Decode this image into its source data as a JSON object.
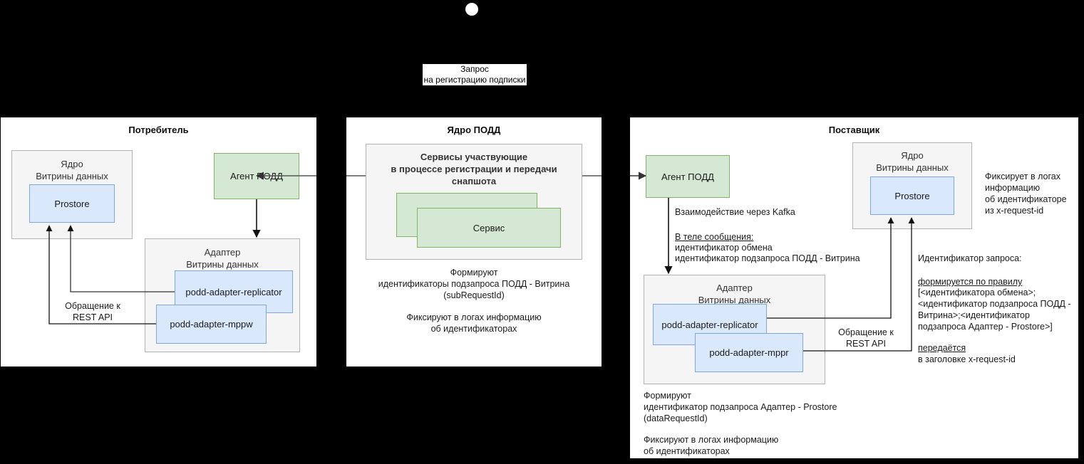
{
  "diagram": {
    "title_note": "Запрос на регистрацию подписки",
    "colors": {
      "blue_fill": "#dae8fc",
      "blue_stroke": "#7ea6e0",
      "green_fill": "#d5e8d4",
      "green_stroke": "#82b366",
      "grey_fill": "#f5f5f5",
      "grey_stroke": "#b3b3b3",
      "panel_fill": "#ffffff",
      "background": "#000000",
      "line": "#333333"
    }
  },
  "request_callout": {
    "line1": "Запрос",
    "line2": "на регистрацию подписки"
  },
  "consumer": {
    "title": "Потребитель",
    "core": {
      "header_line1": "Ядро",
      "header_line2": "Витрины данных",
      "inner": "Prostore"
    },
    "agent": "Агент ПОДД",
    "adapter": {
      "header_line1": "Адаптер",
      "header_line2": "Витрины данных",
      "service_back": "podd-adapter-replicator",
      "service_front": "podd-adapter-mppw"
    },
    "rest_api_label": "Обращение к\nREST API"
  },
  "core_podd": {
    "title": "Ядро ПОДД",
    "services_box": {
      "header_line1": "Сервисы участвующие",
      "header_line2": "в процессе регистрации и передачи",
      "header_line3": "снапшота",
      "service": "Сервис"
    },
    "note1": "Формируют\nидентификаторы подзапроса ПОДД - Витрина\n(subRequestId)",
    "note2": "Фиксируют в логах информацию\nоб идентификаторах"
  },
  "supplier": {
    "title": "Поставщик",
    "agent": "Агент ПОДД",
    "kafka_label": "Взаимодействие через Kafka",
    "message_body": {
      "heading": "В теле сообщения:",
      "line1": "идентификатор обмена",
      "line2": "идентификатор подзапроса ПОДД - Витрина"
    },
    "adapter": {
      "header_line1": "Адаптер",
      "header_line2": "Витрины данных",
      "service_back": "podd-adapter-replicator",
      "service_front": "podd-adapter-mppr"
    },
    "core": {
      "header_line1": "Ядро",
      "header_line2": "Витрины данных",
      "inner": "Prostore"
    },
    "rest_api_label": "Обращение к\nREST API",
    "log_note": "Фиксирует в логах\nинформацию\nоб идентификаторе\nиз x-request-id",
    "request_id": {
      "heading": "Идентификатор запроса:",
      "rule_heading": "формируется по правилу",
      "rule_body": "[<идентификатора обмена>;\n<идентификатор подзапроса ПОДД -\nВитрина>;<идентификатор\nподзапроса Адаптер - Prostore>]",
      "transfer_heading": "передаётся ",
      "transfer_body": "в заголовке x-request-id"
    },
    "bottom_note1": "Формируют\nидентификатор подзапроса Адаптер - Prostore\n(dataRequestId)",
    "bottom_note2": "Фиксируют в логах информацию\nоб идентификаторах"
  }
}
